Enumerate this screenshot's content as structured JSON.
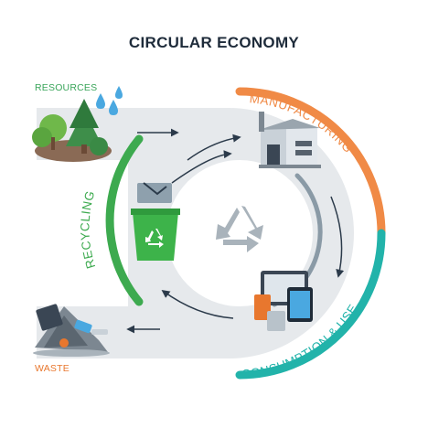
{
  "title": "CIRCULAR ECONOMY",
  "labels": {
    "resources": "RESOURCES",
    "waste": "WASTE",
    "manufacturing": "MANUFACTURING",
    "consumption": "CONSUMPTION & USE",
    "recycling": "RECYCLING"
  },
  "colors": {
    "title": "#1e2b3a",
    "resources": "#3aa55a",
    "waste": "#e8772e",
    "manufacturing_arc": "#f08a46",
    "consumption_arc": "#22b3aa",
    "recycling_arc": "#3daa4f",
    "inner_arc": "#8a9aa6",
    "band": "#e6e9ec",
    "arrow": "#2b3a4a"
  },
  "icons": [
    "tree-icon",
    "water-drop-icon",
    "factory-icon",
    "devices-icon",
    "recycle-bin-icon",
    "recycle-symbol-icon",
    "waste-pile-icon"
  ]
}
